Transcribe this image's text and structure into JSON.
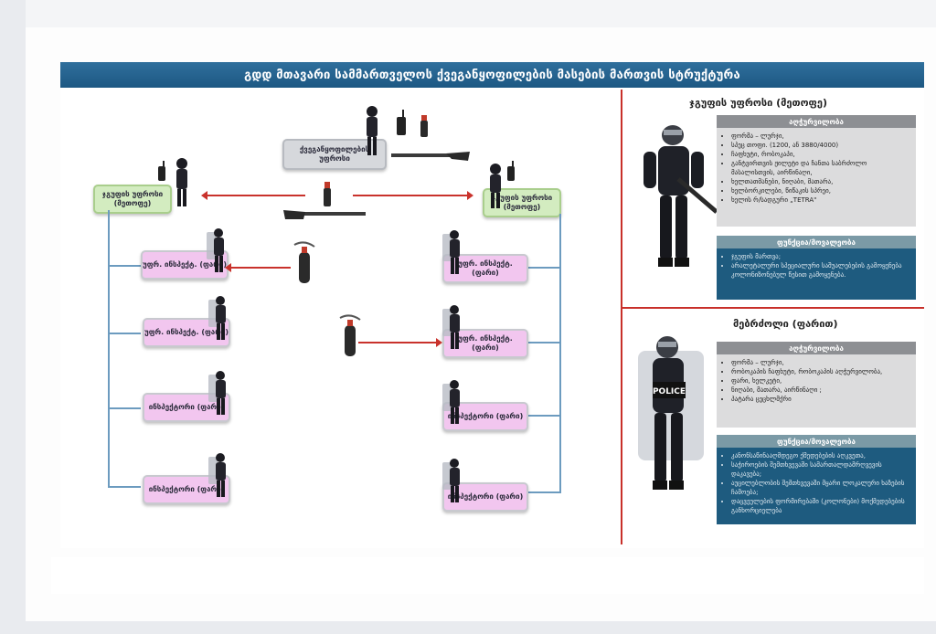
{
  "title": "გდდ მთავარი სამმართველოს ქვეგანყოფილების მასების მართვის სტრუქტურა",
  "chart": {
    "top_node": "ქვეგანყოფილების უფროსი",
    "group_left": "ჯგუფის უფროსი (მეთოფე)",
    "group_right": "ჯგუფის უფროსი (მეთოფე)",
    "left_column": [
      "უფრ. ინსპექტ. (ფარი)",
      "უფრ. ინსპექტ. (ფარი)",
      "ინსპექტორი (ფარი)",
      "ინსპექტორი (ფარი)"
    ],
    "right_column": [
      "უფრ. ინსპექტ. (ფარი)",
      "უფრ. ინსპექტ. (ფარი)",
      "ინსპექტორი (ფარი)",
      "ინსპექტორი (ფარი)"
    ]
  },
  "panel_group_leader": {
    "title": "ჯგუფის უფროსი (მეთოფე)",
    "equipment_heading": "აღჭურვილობა",
    "equipment_items": [
      "ფორმა – ლურჯი,",
      "სპეც თოფი. (1200, ან 3880/4000)",
      "ჩაფხუტი, რობოკაპი,",
      "განტვირთვის ჟილეტი და ჩანთა საბრძოლო მასალისთვის, აირწინაღი,",
      "ხელთათმანები, ნიღაბი, მათარა,",
      "ხელბორკილები, წიწაკის სპრეი,",
      "ხელის რ/სადგური „TETRA\""
    ],
    "function_heading": "ფუნქცია/მოვალეობა",
    "function_items": [
      "ჯგუფის მართვა;",
      "არალეტალური სპეციალური საშუალებების გამოყენება კოლონიზონებულ წესით გამოყენება."
    ]
  },
  "panel_fighter": {
    "title": "მებრძოლი (ფარით)",
    "equipment_heading": "აღჭურვილობა",
    "equipment_items": [
      "ფორმა – ლურჯი,",
      "რობოკაპის ჩაფხუტი, რობოკაპის აღჭურვილობა,",
      "ფარი, ხელკეტი,",
      "ნიღაბი, მათარა, აირწინაღი ;",
      "პატარა ცეცხლმქრი"
    ],
    "function_heading": "ფუნქცია/მოვალეობა",
    "function_items": [
      "კანონსაწინააღმდეგო ქმედებების აღკვეთა,",
      "საჭიროების შემთხვევაში სამართალდამრღვევის დაკავება;",
      "აუცილებლობის შემთხვევაში მყარი ლოკალური ხაზების ჩამოება;",
      "დაცვეულების ფორმირებაში (კოლონები) მოქმედებების განხორციელება"
    ],
    "shield_text": "POLICE"
  },
  "colors": {
    "banner": "#1d5883",
    "divider": "#c8302a",
    "group_node": "#d3ecc0",
    "member_node": "#f2c6ef",
    "function_box": "#1e5b7f"
  }
}
